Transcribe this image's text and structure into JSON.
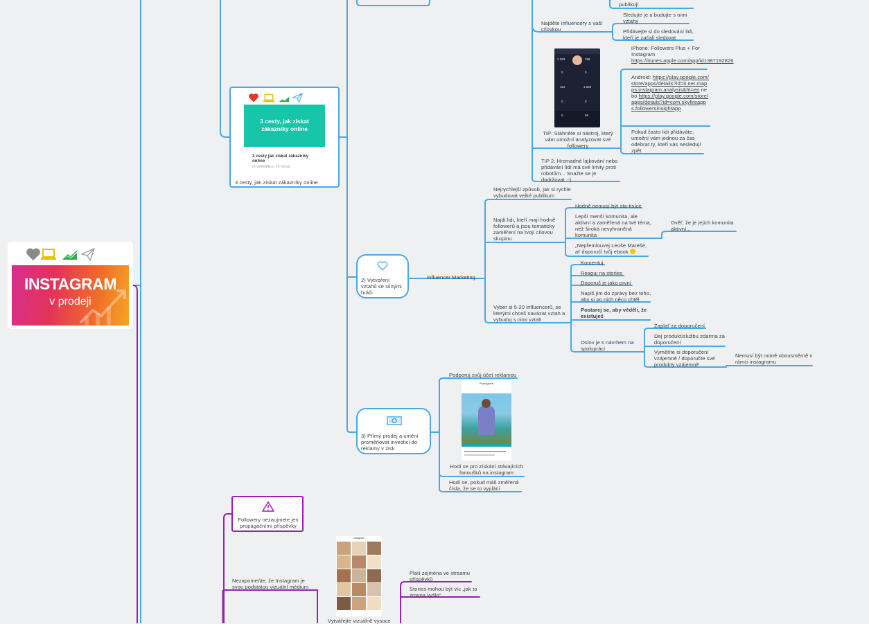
{
  "root": {
    "banner_title": "INSTAGRAM",
    "banner_subtitle": "v prodeji",
    "icons": [
      "heart-icon",
      "laptop-icon",
      "chart-icon",
      "paper-plane-icon"
    ]
  },
  "video_card": {
    "thumb_title": "3 cesty, jak získat zákazníky online",
    "card_title": "3 cesty jak získat zákazníky online",
    "card_meta": "(3 videolekce, 76 minut)",
    "caption": "3 cesty, jak získat zákazníky online"
  },
  "top_branch": {
    "top_fragment": "publikují",
    "influencers": "Najděte influencery s vaší cílovkou",
    "follow": "Sledujte je a budujte s nimi vztahy",
    "add_followers": "Přidávejte si do sledování lidi, kteří je začali sledovat",
    "iphone_prefix": "iPhone: Followers Plus + For Instagram ",
    "iphone_link": "https://itunes.apple.com/app/id1387192826",
    "android_prefix": "Android: ",
    "android_link1": "https://play.google.com/store/apps/details?id=it.net.mapps.instagram.analysis&hl=en",
    "android_mid": " nebo ",
    "android_link2": "https://play.google.com/store/apps/details?id=com.skyfireapps.followersinsightapp",
    "unfollow": "Pokud často lidi přidáváte, umožní vám jednou za čas odebrat ty, kteří vás nesledují zpět",
    "tip1": "TIP: Stáhněte si nástroj, který vám umožní analyzovat své followery",
    "tip2": "TIP 2: Hromadné lajkování nebo přidávání lidí má své limity proti robotům... Snažte se je dodržovat :-)",
    "phone_stats": [
      "2 393",
      "766",
      "0",
      "0",
      "113",
      "1 640",
      "0",
      "0",
      "0",
      "68"
    ]
  },
  "node2": {
    "label": "2) Vytvoření vztahů se silnými hráči",
    "branch": "Influencer Marketing",
    "fastest": "Nejrychlejší způsob, jak si rychle vybudovat velké publikum",
    "find": "Najdi lidi, kteří mají hodně followerů a jsou tematicky zaměření na tvojí cílovou skupinu",
    "no_stars": "Hodně nemusí být sta-tisíce",
    "smaller": "Lepší menší komunita, ale aktivní a zaměřená na tvé téma, než široká nevyhraněná komunita",
    "verify": "Ověř, že je jejich komunita aktivní...",
    "quote": "„Nepřemlouvej Leoše Mareše, ať doporučí tvůj ebook",
    "pick": "Vyber si 5-20 influencerů, se kterými chceš navázat vztah a vybuduj s nimi vztah",
    "comments": "Komentuj",
    "stories": "Reaguj na stories",
    "recommend": "Doporuč je jako první",
    "dm": "Napiš jim do zprávy bez toho, aby si po nich něco chtěl",
    "make_sure": "Postarej se, aby věděli, že existuješ",
    "approach": "Oslov je s návrhem na spolupráci",
    "pay": "Zaplať za doporučení",
    "free": "Dej produkt/službu zdarma za doporučení",
    "swap": "Vyměňte si doporučení vzájemně / doporučte své produkty vzájemně",
    "not_repost": "Nemusí být nutně obousměrně v rámci instagramu"
  },
  "node3": {
    "label": "3) Přímý prodej a umění proměňovat investici do reklamy v zisk",
    "promote": "Podporuj svůj účet reklamou",
    "phone_header": "Propagovat",
    "suitable": "Hodí se pro získání stávajících fanoušků na instagram",
    "numbers": "Hodí se, pokud máš změřená čísla, že se to vyplácí"
  },
  "purple": {
    "warning": "Followery nezaujmete jen propagačními příspěvky",
    "visual": "Nezapomeňte, že Instagram je svou podstatou vizuální médium",
    "streams": "Platí zejména ve streamu příspěvků",
    "stories_ok": "Stories mohou být víc „jak to zrovna vyšlo“",
    "create": "Vytvářejte vizuálně vysoce",
    "grid_header": "instagram"
  },
  "colors": {
    "blue": "#4aa8e0",
    "purple": "#9b1fb1",
    "bg": "#eef0f2"
  }
}
